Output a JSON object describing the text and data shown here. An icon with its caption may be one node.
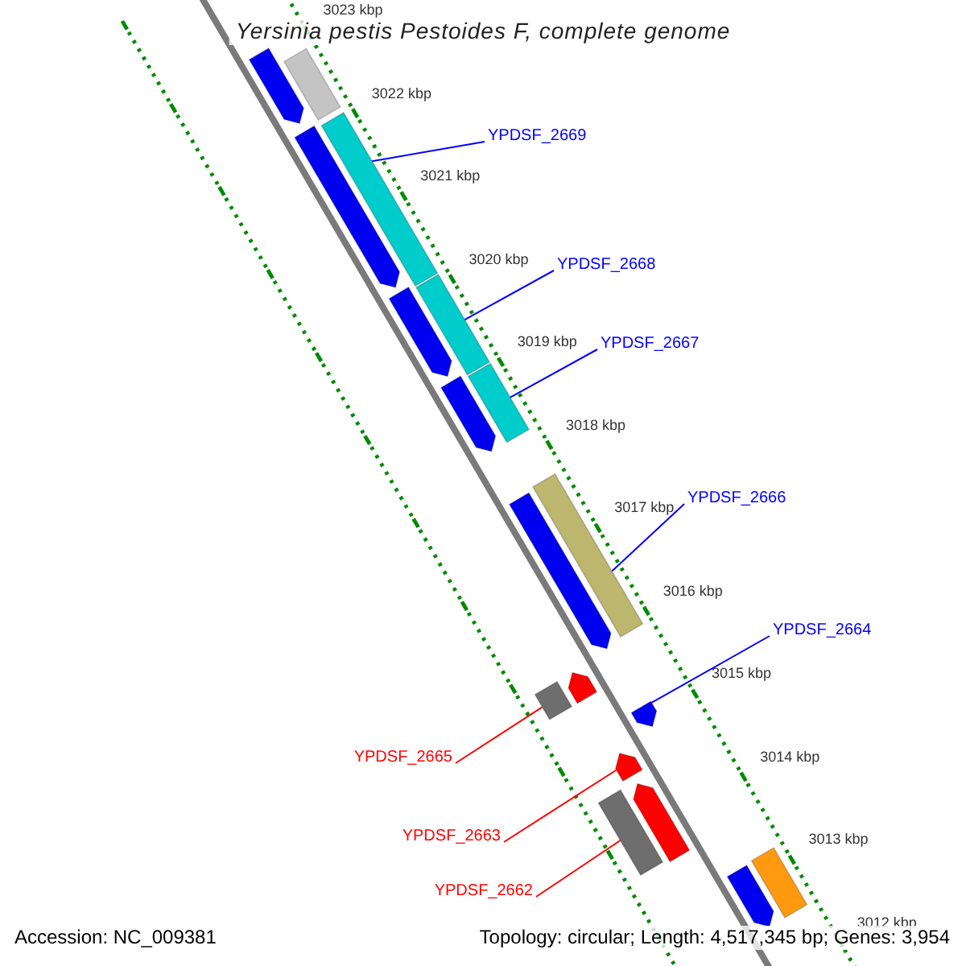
{
  "diagram": {
    "title": "Yersinia pestis Pestoides F, complete genome",
    "nodes": [
      {
        "text": [
          "YPDSF_2669"
        ]
      },
      {
        "text": [
          "YPDSF_2668"
        ]
      },
      {
        "text": [
          "YPDSF_2667"
        ]
      },
      {
        "text": [
          "YPDSF_2666"
        ]
      },
      {
        "text": [
          "YPDSF_2664"
        ]
      },
      {
        "text": [
          "YPDSF_2665"
        ]
      },
      {
        "text": [
          "YPDSF_2663"
        ]
      },
      {
        "text": [
          "YPDSF_2662"
        ]
      },
      {
        "text": [],
        "shape": "bar"
      },
      {
        "text": [],
        "shape": "bar"
      },
      {
        "text": [],
        "shape": "bar"
      },
      {
        "text": [],
        "shape": "bar"
      },
      {
        "text": [],
        "shape": "bar"
      },
      {
        "text": [],
        "shape": "bar"
      },
      {
        "text": [],
        "shape": "bar"
      },
      {
        "text": [],
        "shape": "bar"
      },
      {
        "text": [],
        "shape": "bar"
      },
      {
        "text": [],
        "shape": "bar"
      },
      {
        "text": [],
        "shape": "bar"
      },
      {
        "text": [],
        "shape": "bar"
      },
      {
        "text": [],
        "shape": "bar"
      },
      {
        "text": [],
        "shape": "bar"
      },
      {
        "text": [],
        "shape": "bar"
      },
      {
        "text": [],
        "shape": "bar"
      },
      {
        "text": [],
        "shape": "bar"
      },
      {
        "text": [],
        "shape": "bar"
      }
    ],
    "edges": [
      {
        "from": 0,
        "to": 10,
        "arrow": "none"
      },
      {
        "from": 1,
        "to": 12,
        "arrow": "none"
      },
      {
        "from": 2,
        "to": 14,
        "arrow": "none"
      },
      {
        "from": 3,
        "to": 16,
        "arrow": "none"
      },
      {
        "from": 4,
        "to": 20,
        "arrow": "none"
      },
      {
        "from": 5,
        "to": 19,
        "arrow": "none",
        "color": "#ff0000"
      },
      {
        "from": 6,
        "to": 21,
        "arrow": "none",
        "color": "#ff0000"
      },
      {
        "from": 7,
        "to": 23,
        "arrow": "none",
        "color": "#ff0000"
      }
    ],
    "labels": [
      "3023 kbp",
      "3022 kbp",
      "3021 kbp",
      "3020 kbp",
      "3019 kbp",
      "3018 kbp",
      "3017 kbp",
      "3016 kbp",
      "3015 kbp",
      "3014 kbp",
      "3013 kbp",
      "3012 kbp",
      "Accession: NC_009381",
      "Topology: circular; Length: 4,517,345 bp; Genes: 3,954"
    ]
  }
}
